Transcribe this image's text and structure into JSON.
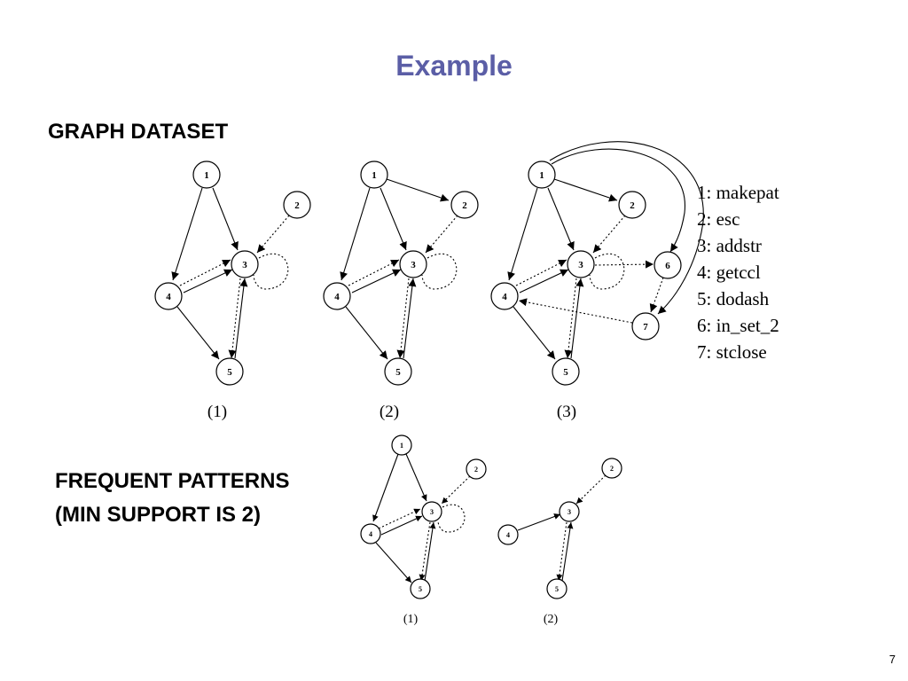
{
  "title": "Example",
  "sections": {
    "dataset": "GRAPH DATASET",
    "patterns_line1": "FREQUENT PATTERNS",
    "patterns_line2": "(MIN SUPPORT IS 2)"
  },
  "legend": [
    "1: makepat",
    "2: esc",
    "3: addstr",
    "4: getccl",
    "5: dodash",
    "6: in_set_2",
    "7: stclose"
  ],
  "dataset_graphs": [
    {
      "caption": "(1)",
      "nodes": [
        "1",
        "2",
        "3",
        "4",
        "5"
      ]
    },
    {
      "caption": "(2)",
      "nodes": [
        "1",
        "2",
        "3",
        "4",
        "5"
      ]
    },
    {
      "caption": "(3)",
      "nodes": [
        "1",
        "2",
        "3",
        "4",
        "5",
        "6",
        "7"
      ]
    }
  ],
  "pattern_graphs": [
    {
      "caption": "(1)",
      "nodes": [
        "1",
        "2",
        "3",
        "4",
        "5"
      ]
    },
    {
      "caption": "(2)",
      "nodes": [
        "2",
        "3",
        "4",
        "5"
      ]
    }
  ],
  "page_number": "7"
}
